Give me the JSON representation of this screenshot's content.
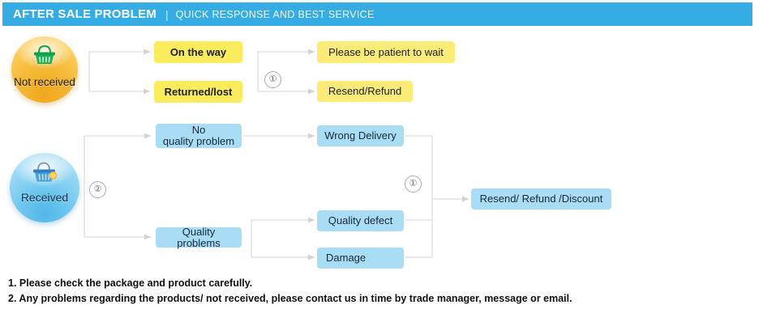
{
  "header": {
    "title": "AFTER SALE PROBLEM",
    "separator": "|",
    "subtitle": "QUICK RESPONSE AND BEST SERVICE",
    "bar_color": "#35ace4",
    "text_color": "#ffffff"
  },
  "badges": {
    "not_received": {
      "label": "Not\nreceived",
      "icon": "shopping-basket-icon",
      "color": "#f4b731"
    },
    "received": {
      "label": "Received",
      "icon": "shopping-basket-icon",
      "color": "#73c9ef"
    }
  },
  "flow": {
    "not_received_branch": {
      "step_marker": "①",
      "causes": [
        {
          "label": "On the way",
          "color": "#fbec5e"
        },
        {
          "label": "Returned/lost",
          "color": "#fbec5e"
        }
      ],
      "results": [
        {
          "label": "Please be patient to wait",
          "color": "#fbeb78"
        },
        {
          "label": "Resend/Refund",
          "color": "#fbeb78"
        }
      ]
    },
    "received_branch": {
      "step_marker_left": "②",
      "step_marker_right": "①",
      "categories": [
        {
          "label": "No\nquality problem",
          "color": "#a9ddf6"
        },
        {
          "label": "Quality problems",
          "color": "#a9ddf6"
        }
      ],
      "issues": [
        {
          "label": "Wrong Delivery",
          "color": "#a9ddf6"
        },
        {
          "label": "Quality defect",
          "color": "#a9ddf6"
        },
        {
          "label": "Damage",
          "color": "#a9ddf6"
        }
      ],
      "resolution": {
        "label": "Resend/ Refund /Discount",
        "color": "#a9ddf6"
      }
    }
  },
  "notes": [
    "1. Please check the package and product carefully.",
    "2. Any problems regarding the products/ not received, please contact us in time by trade manager, message or email."
  ]
}
